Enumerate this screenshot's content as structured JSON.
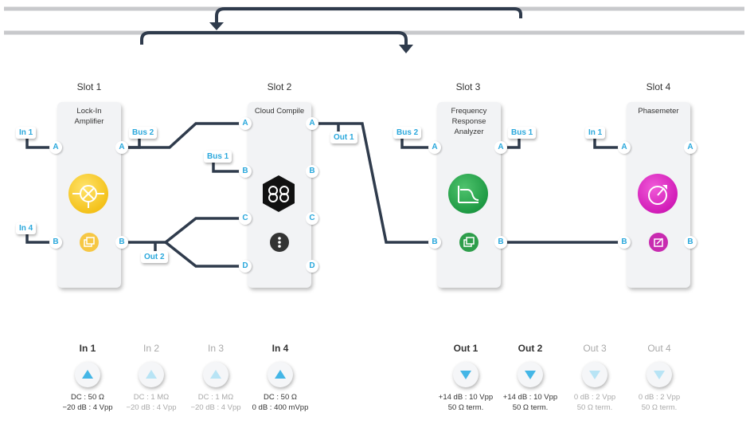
{
  "slots": [
    {
      "title": "Slot 1",
      "name": "Lock-In\nAmplifier",
      "ports_left": [
        "A",
        "B"
      ],
      "ports_right": [
        "A",
        "B"
      ]
    },
    {
      "title": "Slot 2",
      "name": "Cloud Compile",
      "ports_left": [
        "A",
        "B",
        "C",
        "D"
      ],
      "ports_right": [
        "A",
        "B",
        "C",
        "D"
      ]
    },
    {
      "title": "Slot 3",
      "name": "Frequency\nResponse\nAnalyzer",
      "ports_left": [
        "A",
        "B"
      ],
      "ports_right": [
        "A",
        "B"
      ]
    },
    {
      "title": "Slot 4",
      "name": "Phasemeter",
      "ports_left": [
        "A",
        "B"
      ],
      "ports_right": [
        "A",
        "B"
      ]
    }
  ],
  "pins": {
    "s1_in_a": "In 1",
    "s1_in_b": "In 4",
    "s1_bus2": "Bus 2",
    "s1_out2": "Out 2",
    "s2_bus1": "Bus 1",
    "s2_out1": "Out 1",
    "s3_bus2": "Bus 2",
    "s3_bus1": "Bus 1",
    "s4_in1": "In 1"
  },
  "icons": {
    "slot1_main": "lock-in-icon",
    "slot1_small": "window-icon",
    "slot2_main": "cloud-compile-icon",
    "slot2_small": "more-options-icon",
    "slot3_main": "frequency-response-icon",
    "slot3_small": "window-icon",
    "slot4_main": "phasemeter-icon",
    "slot4_small": "open-external-icon"
  },
  "colors": {
    "accent": "#2aa8dc",
    "wire": "#2f3b4c",
    "bus": "#c8c9cc"
  },
  "inputs": [
    {
      "label": "In 1",
      "line1": "DC : 50 Ω",
      "line2": "−20 dB : 4 Vpp",
      "active": true
    },
    {
      "label": "In 2",
      "line1": "DC : 1 MΩ",
      "line2": "−20 dB : 4 Vpp",
      "active": false
    },
    {
      "label": "In 3",
      "line1": "DC : 1 MΩ",
      "line2": "−20 dB : 4 Vpp",
      "active": false
    },
    {
      "label": "In 4",
      "line1": "DC : 50 Ω",
      "line2": "0 dB : 400 mVpp",
      "active": true
    }
  ],
  "outputs": [
    {
      "label": "Out 1",
      "line1": "+14 dB : 10 Vpp",
      "line2": "50 Ω term.",
      "active": true
    },
    {
      "label": "Out 2",
      "line1": "+14 dB : 10 Vpp",
      "line2": "50 Ω term.",
      "active": true
    },
    {
      "label": "Out 3",
      "line1": "0 dB : 2 Vpp",
      "line2": "50 Ω term.",
      "active": false
    },
    {
      "label": "Out 4",
      "line1": "0 dB : 2 Vpp",
      "line2": "50 Ω term.",
      "active": false
    }
  ]
}
